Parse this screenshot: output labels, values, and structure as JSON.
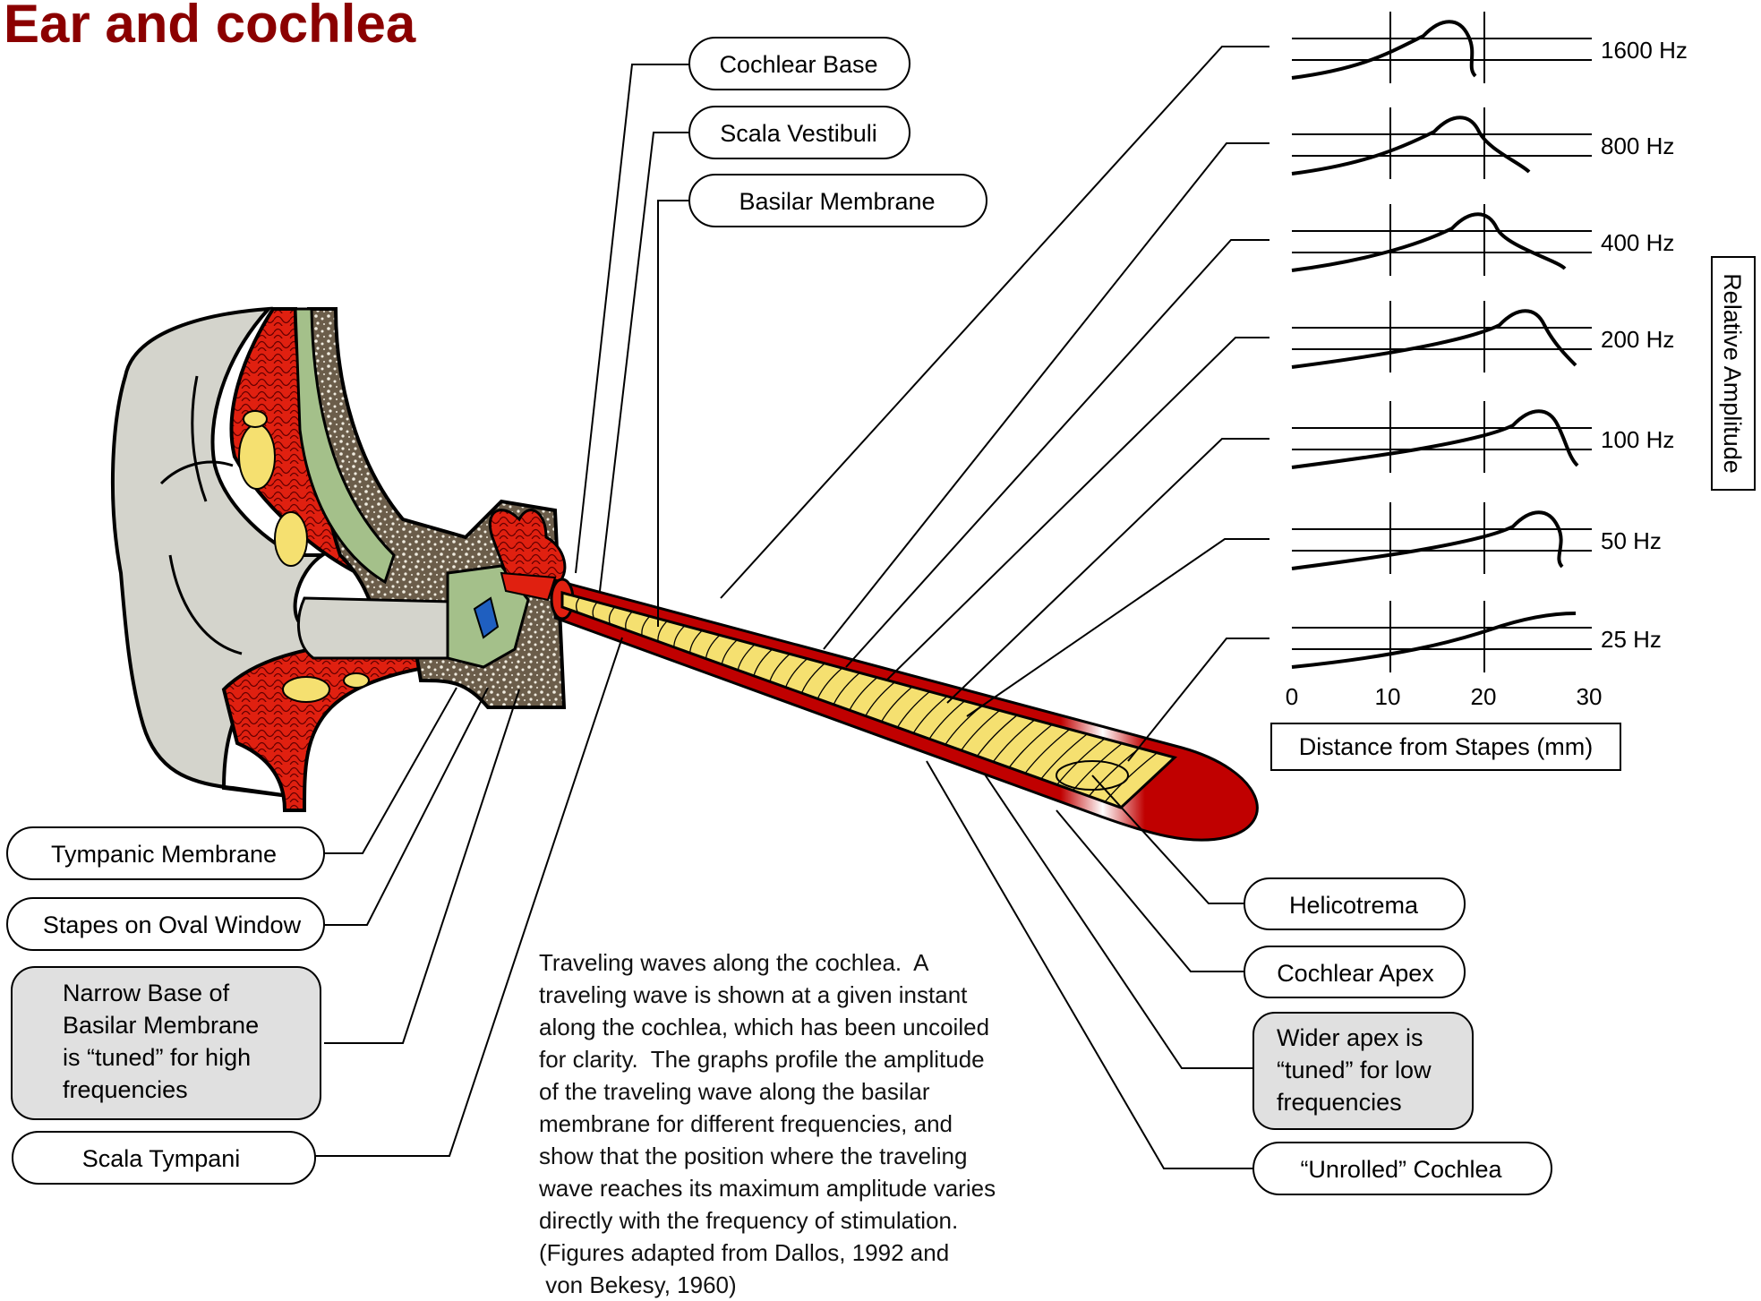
{
  "title": "Ear and cochlea",
  "labels": {
    "cochlear_base": "Cochlear Base",
    "scala_vestibuli": "Scala Vestibuli",
    "basilar_membrane": "Basilar Membrane",
    "tympanic_membrane": "Tympanic Membrane",
    "stapes_oval_window": "Stapes on Oval Window",
    "narrow_base": [
      "Narrow Base of",
      "Basilar Membrane",
      "is “tuned” for high",
      "frequencies"
    ],
    "scala_tympani": "Scala Tympani",
    "helicotrema": "Helicotrema",
    "cochlear_apex": "Cochlear Apex",
    "wider_apex": [
      "Wider apex is",
      "“tuned” for low",
      "frequencies"
    ],
    "unrolled": "“Unrolled” Cochlea"
  },
  "caption": [
    "Traveling waves along the cochlea.  A",
    "traveling wave is shown at a given instant",
    "along the cochlea, which has been uncoiled",
    "for clarity.  The graphs profile the amplitude",
    "of the traveling wave along the basilar",
    "membrane for different frequencies, and",
    "show that the position where the traveling",
    "wave reaches its maximum amplitude varies",
    "directly with the frequency of stimulation.",
    "(Figures adapted from Dallos, 1992 and",
    " von Bekesy, 1960)"
  ],
  "graphs": {
    "frequencies": [
      "1600 Hz",
      "800 Hz",
      "400 Hz",
      "200 Hz",
      "100 Hz",
      "50 Hz",
      "25 Hz"
    ],
    "x_ticks": [
      "0",
      "10",
      "20",
      "30"
    ],
    "x_label": "Distance from Stapes (mm)",
    "y_label": "Relative Amplitude"
  },
  "colors": {
    "title": "#8b0000",
    "cochlea_red": "#c00000",
    "membrane_yellow": "#f5e070",
    "ear_gray": "#d4d4cc",
    "bone_brown": "#6b5d4a",
    "nerve_green": "#a4c08a",
    "highlight_box": "#e0e0e0"
  }
}
